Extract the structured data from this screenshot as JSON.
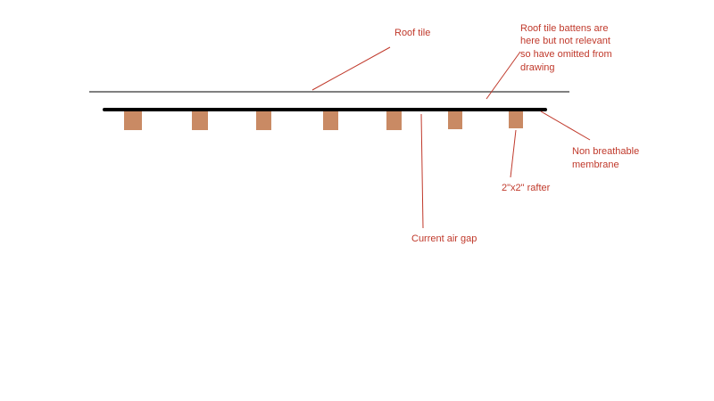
{
  "labels": {
    "roof_tile": "Roof tile",
    "battens_line1": "Roof tile battens are",
    "battens_line2": "here but not relevant",
    "battens_line3": "so have omitted from",
    "battens_line4": "drawing",
    "membrane_line1": "Non breathable",
    "membrane_line2": "membrane",
    "rafter": "2\"x2\" rafter",
    "air_gap": "Current air gap"
  },
  "colors": {
    "roof_tile_line": "#808080",
    "membrane_line": "#000000",
    "rafter_fill": "#c98a64",
    "annotation_text": "#c0392b",
    "annotation_leader": "#c0392b",
    "background": "#ffffff"
  },
  "rafters": {
    "count": 7
  }
}
